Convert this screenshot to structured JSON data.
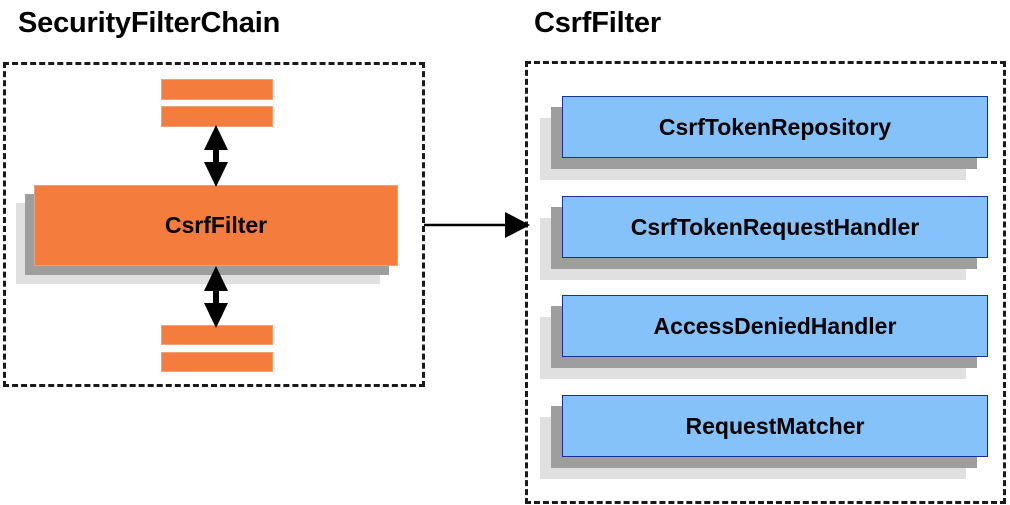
{
  "diagram": {
    "background_color": "#ffffff",
    "accent_orange": "#f47c3c",
    "accent_blue": "#85c2fa",
    "blue_border": "#16309c",
    "shadow_mid": "#9e9e9e",
    "shadow_back": "#e0e0e0",
    "outline_color": "#1a1a1a"
  },
  "panels": {
    "left": {
      "title": "SecurityFilterChain",
      "main_component": "CsrfFilter",
      "filler_slabs_top": [
        "",
        ""
      ],
      "filler_slabs_bottom": [
        "",
        ""
      ],
      "arrows": {
        "top": "double-headed-vertical-arrow",
        "bottom": "double-headed-vertical-arrow"
      }
    },
    "right": {
      "title": "CsrfFilter",
      "components": [
        {
          "label": "CsrfTokenRepository"
        },
        {
          "label": "CsrfTokenRequestHandler"
        },
        {
          "label": "AccessDeniedHandler"
        },
        {
          "label": "RequestMatcher"
        }
      ]
    }
  },
  "connector": {
    "name": "left-to-right-arrow",
    "direction": "right",
    "from": "SecurityFilterChain",
    "to": "CsrfFilter"
  }
}
